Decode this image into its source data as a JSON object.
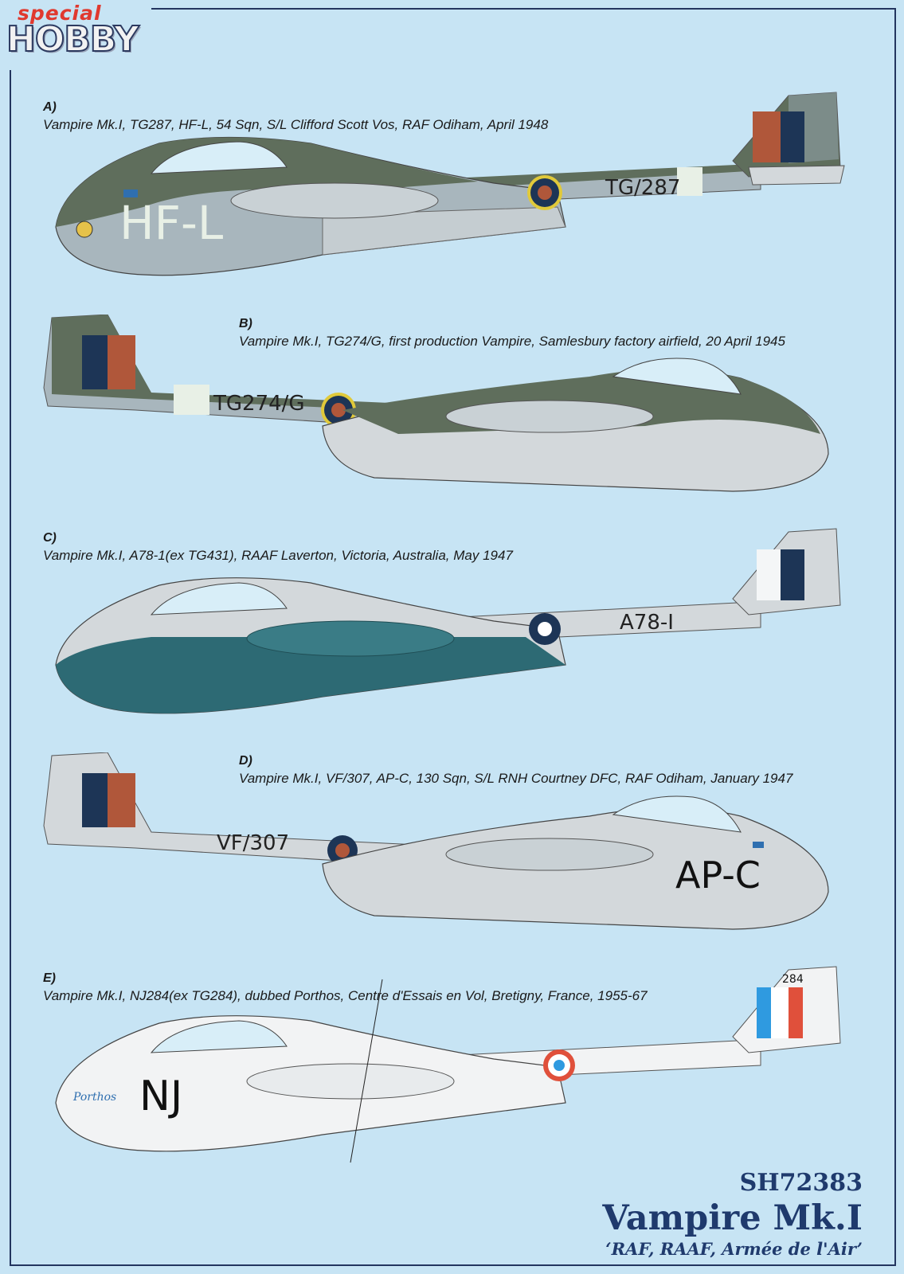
{
  "logo": {
    "line1": "special",
    "line2": "HOBBY"
  },
  "sheets": [
    {
      "letter": "A)",
      "caption": "Vampire Mk.I, TG287, HF-L, 54 Sqn, S/L Clifford Scott Vos, RAF Odiham, April 1948",
      "serial": "TG/287",
      "code": "HF-L"
    },
    {
      "letter": "B)",
      "caption": "Vampire Mk.I, TG274/G, first production Vampire, Samlesbury factory airfield, 20 April 1945",
      "serial": "TG274/G"
    },
    {
      "letter": "C)",
      "caption": "Vampire Mk.I, A78-1(ex TG431), RAAF Laverton, Victoria, Australia, May 1947",
      "serial": "A78-I"
    },
    {
      "letter": "D)",
      "caption": "Vampire Mk.I, VF/307, AP-C, 130 Sqn, S/L RNH Courtney DFC, RAF Odiham, January 1947",
      "serial": "VF/307",
      "code": "AP-C"
    },
    {
      "letter": "E)",
      "caption": "Vampire Mk.I, NJ284(ex TG284), dubbed Porthos, Centre d'Essais en Vol, Bretigny, France, 1955-67",
      "code": "NJ",
      "fin_number": "284",
      "nose_name": "Porthos"
    }
  ],
  "product": {
    "code": "SH72383",
    "name": "Vampire Mk.I",
    "subtitle": "‘RAF, RAAF, Armée de l'Air’"
  },
  "colors": {
    "background": "#c7e4f4",
    "frame": "#23355f",
    "title": "#1f3a6d",
    "dark_green": "#5f6e5c",
    "sky_grey": "#a8b6bd",
    "silver": "#d3d8db",
    "raaf_teal": "#2d6a74",
    "roundel_blue": "#1d3556",
    "roundel_red": "#b0573a",
    "french_blue": "#2f9ae0",
    "french_red": "#e0503b"
  }
}
